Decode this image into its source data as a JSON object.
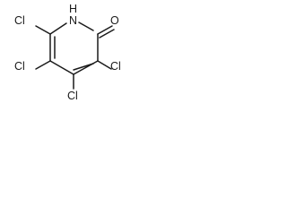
{
  "molecule": {
    "atoms": {
      "n1": "N",
      "h1": "H",
      "o1": "O",
      "cl_c3": "Cl",
      "cl_c4": "Cl",
      "cl_c5": "Cl",
      "cl_c6": "Cl"
    }
  }
}
